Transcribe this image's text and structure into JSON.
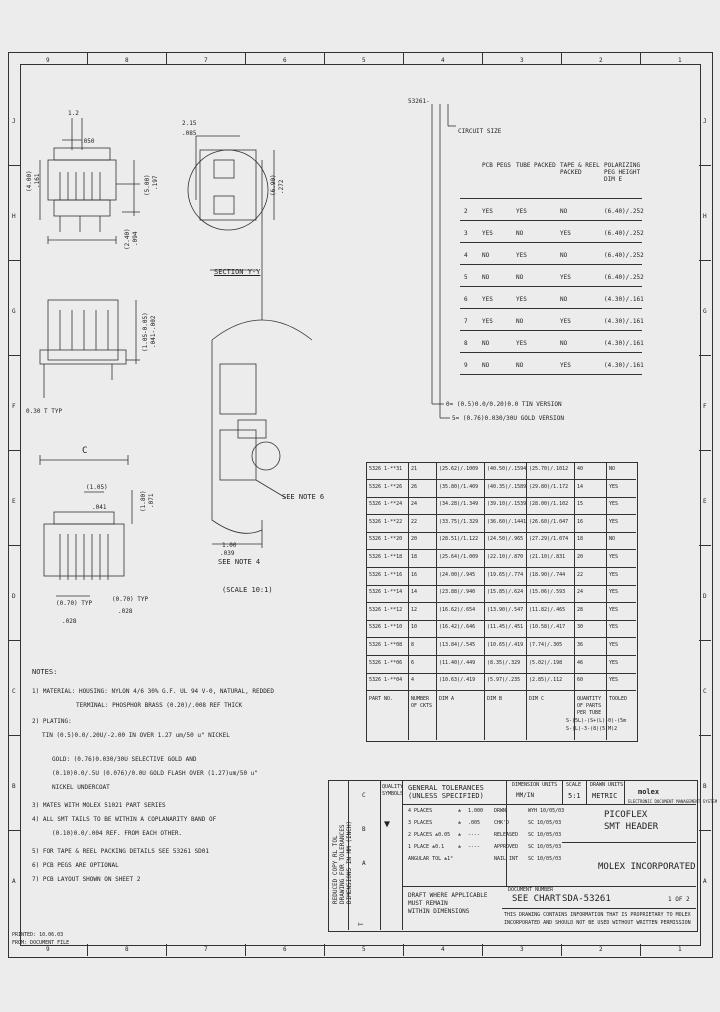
{
  "frame": {
    "top_labels": [
      "9",
      "8",
      "7",
      "6",
      "5",
      "4",
      "3",
      "2",
      "1"
    ],
    "bottom_labels": [
      "9",
      "8",
      "7",
      "6",
      "5",
      "4",
      "3",
      "2",
      "1"
    ],
    "side_labels": [
      "J",
      "H",
      "G",
      "F",
      "E",
      "D",
      "C",
      "B",
      "A"
    ]
  },
  "drawing": {
    "dims": {
      "pitch_top": "1.2",
      "d_050": ".050",
      "d_4p00": "(4.00)",
      "d_161": ".161",
      "d_5p00": "(5.00)",
      "d_197": ".197",
      "d_2p40": "(2.40)",
      "d_094": ".094",
      "d_1p05": "(1.05-0.05)",
      "d_041": ".041-.002",
      "d_0p30": "0.30 T TYP",
      "d_c": "C",
      "d_1p05b": "(1.05)",
      "d_041b": ".041",
      "d_1p80": "(1.80)",
      "d_071": ".071",
      "d_0p70": "(0.70) TYP",
      "d_028": ".028",
      "d_0p70b": "(0.70) TYP",
      "d_028b": ".028",
      "d_2p15": "2.15",
      "d_085": ".085",
      "d_6p90": "(6.90)",
      "d_272": ".272",
      "d_1p00": "1.00",
      "d_039": ".039"
    },
    "section_label": "SECTION Y-Y",
    "see_note_6": "SEE NOTE 6",
    "see_note_4": "SEE NOTE 4",
    "scale_label": "(SCALE 10:1)"
  },
  "part_code": {
    "prefix": "53261-",
    "circuit_label": "CIRCUIT SIZE",
    "headers": [
      "PCB PEGS",
      "TUBE PACKED",
      "TAPE & REEL PACKED",
      "POLARIZING PEG HEIGHT DIM E"
    ],
    "rows": [
      [
        "2",
        "YES",
        "YES",
        "NO",
        "(6.40)/.252"
      ],
      [
        "3",
        "YES",
        "NO",
        "YES",
        "(6.40)/.252"
      ],
      [
        "4",
        "NO",
        "YES",
        "NO",
        "(6.40)/.252"
      ],
      [
        "5",
        "NO",
        "NO",
        "YES",
        "(6.40)/.252"
      ],
      [
        "6",
        "YES",
        "YES",
        "NO",
        "(4.30)/.161"
      ],
      [
        "7",
        "YES",
        "NO",
        "YES",
        "(4.30)/.161"
      ],
      [
        "8",
        "NO",
        "YES",
        "NO",
        "(4.30)/.161"
      ],
      [
        "9",
        "NO",
        "NO",
        "YES",
        "(4.30)/.161"
      ]
    ],
    "version_lines": [
      "0= (0.5)0.0/0.20)0.0 TIN VERSION",
      "5= (0.76)0.030/30U GOLD VERSION"
    ]
  },
  "circuit_table": {
    "headers": [
      "PART NO.",
      "NUMBER OF CKTS",
      "DIM A",
      "DIM B",
      "DIM C",
      "QUANTITY OF PARTS PER TUBE",
      "TOOLED"
    ],
    "rows": [
      [
        "5326 1-**31",
        "21",
        "(25.62)/.1009",
        "(40.50)/.1594",
        "(25.70)/.1012",
        "40",
        "NO"
      ],
      [
        "5326 1-**26",
        "26",
        "(35.80)/1.409",
        "(40.35)/.1589",
        "(29.80)/1.172",
        "14",
        "YES"
      ],
      [
        "5326 1-**24",
        "24",
        "(34.28)/1.349",
        "(39.10)/.1539",
        "(28.00)/1.102",
        "15",
        "YES"
      ],
      [
        "5326 1-**22",
        "22",
        "(33.75)/1.329",
        "(36.60)/.1441",
        "(26.60)/1.047",
        "16",
        "YES"
      ],
      [
        "5326 1-**20",
        "20",
        "(28.51)/1.122",
        "(24.50)/.965",
        "(27.29)/1.074",
        "18",
        "NO"
      ],
      [
        "5326 1-**18",
        "18",
        "(25.64)/1.009",
        "(22.10)/.870",
        "(21.10)/.831",
        "20",
        "YES"
      ],
      [
        "5326 1-**16",
        "16",
        "(24.00)/.945",
        "(19.65)/.774",
        "(18.90)/.744",
        "22",
        "YES"
      ],
      [
        "5326 1-**14",
        "14",
        "(23.88)/.940",
        "(15.85)/.624",
        "(15.06)/.593",
        "24",
        "YES"
      ],
      [
        "5326 1-**12",
        "12",
        "(16.62)/.654",
        "(13.90)/.547",
        "(11.82)/.465",
        "28",
        "YES"
      ],
      [
        "5326 1-**10",
        "10",
        "(16.42)/.646",
        "(11.45)/.451",
        "(10.58)/.417",
        "30",
        "YES"
      ],
      [
        "5326 1-**08",
        "8",
        "(13.84)/.545",
        "(10.65)/.419",
        "(7.74)/.305",
        "36",
        "YES"
      ],
      [
        "5326 1-**06",
        "6",
        "(11.40)/.449",
        "(8.35)/.329",
        "(5.02)/.198",
        "46",
        "YES"
      ],
      [
        "5326 1-**04",
        "4",
        "(10.63)/.419",
        "(5.97)/.235",
        "(2.85)/.112",
        "60",
        "YES"
      ]
    ],
    "qty_note": [
      "S-(5L)-(S+(L)-0)-(5m",
      "S-(L)-3-(8)(5(M)2"
    ]
  },
  "notes": {
    "title": "NOTES:",
    "lines": [
      "1) MATERIAL: HOUSING: NYLON 4/6 30% G.F. UL 94 V-0, NATURAL, REDDED",
      "TERMINAL: PHOSPHOR BRASS (0.20)/.008 REF THICK",
      "2) PLATING:",
      "TIN (0.5)0.0/.20U/-2.00 IN OVER 1.27 um/50 u\" NICKEL",
      "GOLD: (0.76)0.030/30U SELECTIVE GOLD AND",
      "(0.10)0.0/.5U (0.076)/0.0U GOLD FLASH OVER (1.27)um/50 u\"",
      "NICKEL UNDERCOAT",
      "3) MATES WITH MOLEX 51021 PART SERIES",
      "4) ALL SMT TAILS TO BE WITHIN A COPLANARITY BAND OF",
      "(0.10)0.0/.004 REF. FROM EACH OTHER.",
      "5) FOR TAPE & REEL PACKING DETAILS SEE 53261 SD01",
      "6) PCB PEGS ARE OPTIONAL",
      "7) PCB LAYOUT SHOWN ON SHEET 2"
    ]
  },
  "title_block": {
    "reduced_copy": [
      "REDUCED COPY RL TOL",
      "DRAWING FOR TOLERANCES",
      "DIMENSIONS IN MM (INCH)"
    ],
    "quality_symbols": "QUALITY SYMBOLS",
    "general_tol": [
      "GENERAL TOLERANCES",
      "(UNLESS SPECIFIED)"
    ],
    "dimension_units_label": "DIMENSION UNITS",
    "dimension_units": "MM/IN",
    "scale_label": "SCALE",
    "scale": "5:1",
    "metric_label": "DRAWN UNITS",
    "metric": "METRIC",
    "tol_rows": [
      [
        "4 PLACES",
        "±",
        "1.000",
        "DRWN",
        "WYH 10/05/03"
      ],
      [
        "3 PLACES",
        "±",
        ".005",
        "CHK'D",
        "SC 10/05/03"
      ],
      [
        "2 PLACES ±0.05",
        "±",
        "----",
        "RELEASED",
        "SC 10/05/03"
      ],
      [
        "1 PLACE ±0.1",
        "±",
        "----",
        "APPROVED",
        "SC 10/05/03"
      ],
      [
        "ANGULAR TOL ±1°",
        "",
        "",
        "NAIL INT",
        "SC 10/05/03"
      ]
    ],
    "title_lines": [
      "PICOFLEX",
      "SMT HEADER"
    ],
    "company": "MOLEX INCORPORATED",
    "document_number_label": "DOCUMENT NUMBER",
    "document_number": "SEE CHART",
    "drawing_number": "SDA-53261",
    "sheet": "1 OF 2",
    "material_note": [
      "DRAFT WHERE APPLICABLE",
      "MUST REMAIN",
      "WITHIN DIMENSIONS"
    ],
    "proprietary": [
      "THIS DRAWING CONTAINS INFORMATION THAT IS PROPRIETARY TO MOLEX",
      "INCORPORATED AND SHOULD NOT BE USED WITHOUT WRITTEN PERMISSION"
    ],
    "logo": "molex",
    "classification": "ELECTRONIC DOCUMENT MANAGEMENT SYSTEM",
    "revision_letters": [
      "C",
      "B",
      "A"
    ],
    "revision_col": "T"
  },
  "corner_stamp": [
    "PRINTED: 10.06.03",
    "FROM: DOCUMENT FILE"
  ]
}
